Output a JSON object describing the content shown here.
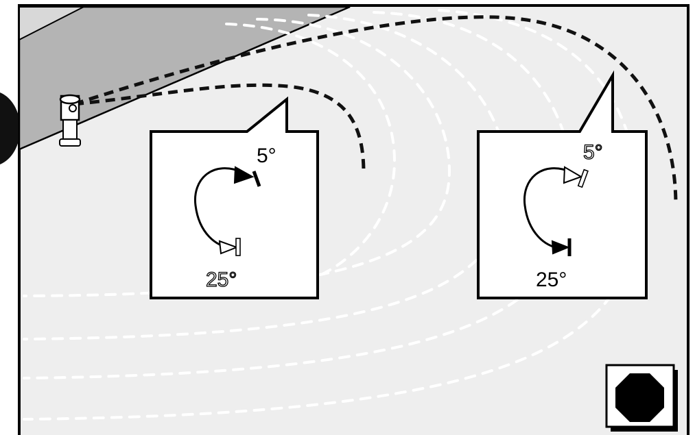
{
  "left_panel": {
    "start_angle_label": "5°",
    "end_angle_label": "25°",
    "active": "start"
  },
  "right_panel": {
    "start_angle_label": "5°",
    "end_angle_label": "25°",
    "active": "end"
  },
  "icons": {
    "sprinkler": "pop-up-sprinkler-icon",
    "stop": "stop-octagon-icon"
  }
}
